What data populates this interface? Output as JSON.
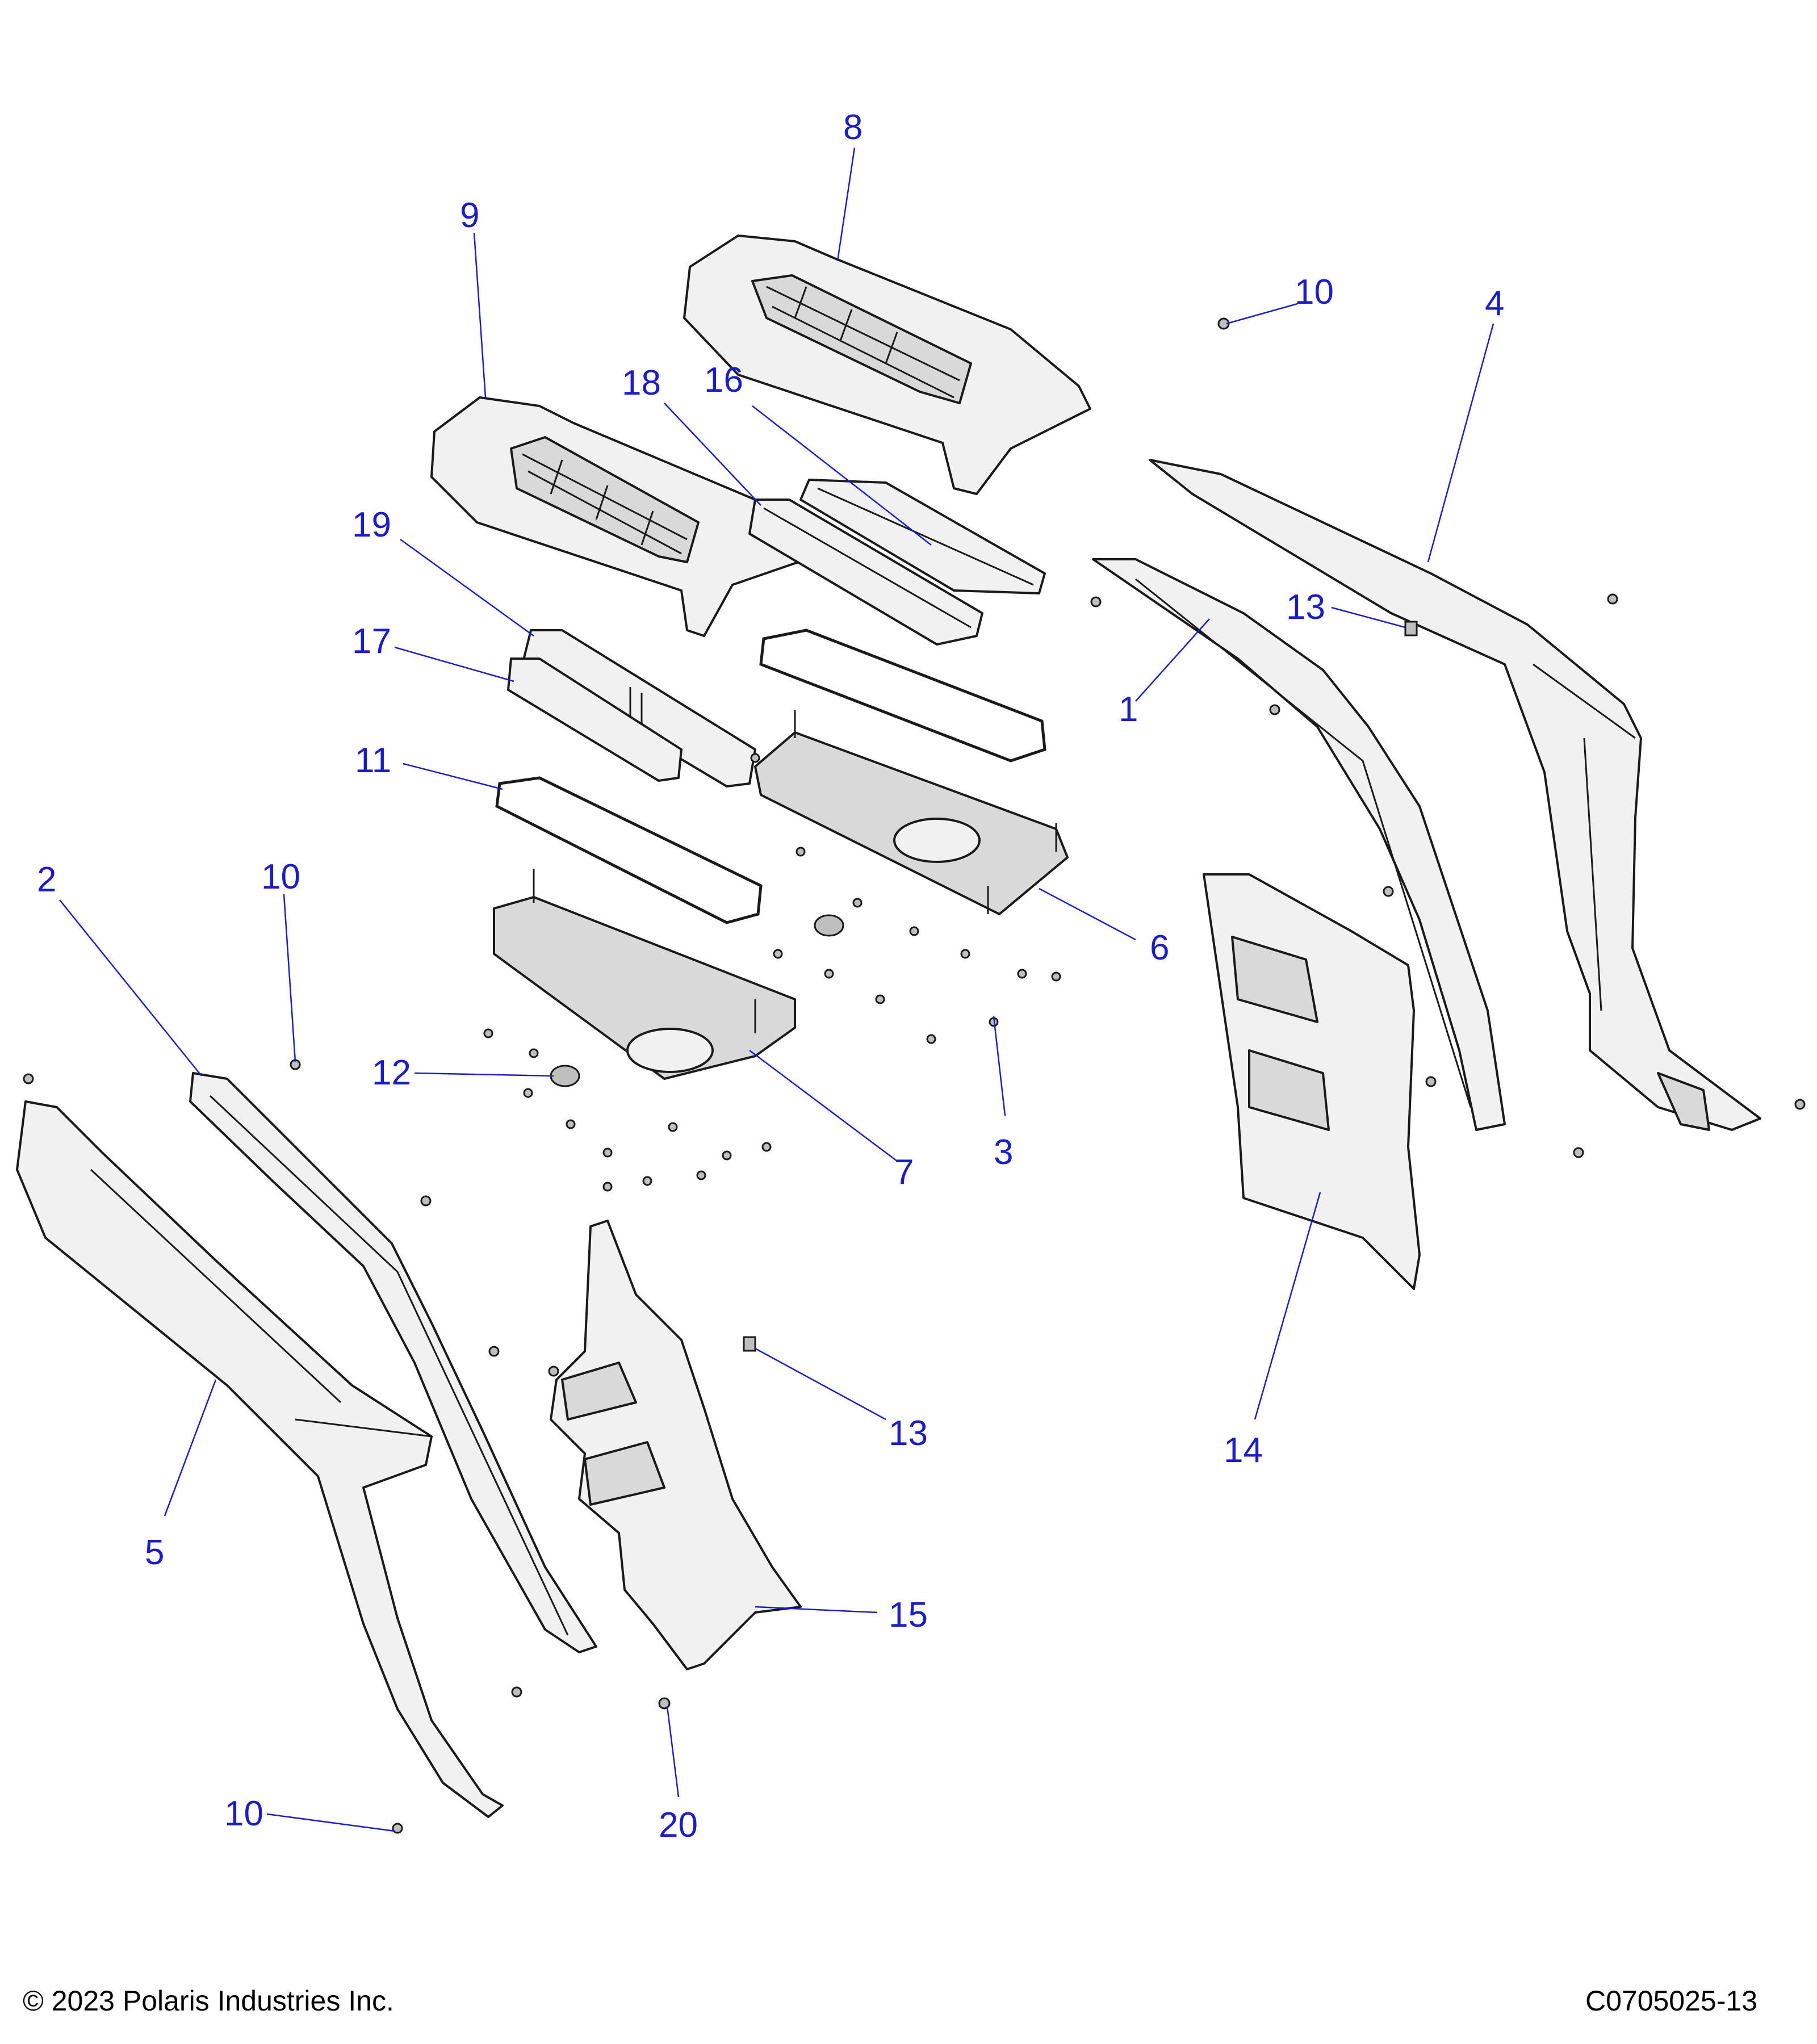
{
  "callouts": [
    {
      "label": "1"
    },
    {
      "label": "2"
    },
    {
      "label": "3"
    },
    {
      "label": "4"
    },
    {
      "label": "5"
    },
    {
      "label": "6"
    },
    {
      "label": "7"
    },
    {
      "label": "8"
    },
    {
      "label": "9"
    },
    {
      "label": "10"
    },
    {
      "label": "10"
    },
    {
      "label": "10"
    },
    {
      "label": "11"
    },
    {
      "label": "12"
    },
    {
      "label": "13"
    },
    {
      "label": "13"
    },
    {
      "label": "14"
    },
    {
      "label": "15"
    },
    {
      "label": "16"
    },
    {
      "label": "17"
    },
    {
      "label": "18"
    },
    {
      "label": "19"
    },
    {
      "label": "20"
    }
  ],
  "footer": {
    "copyright": "© 2023 Polaris Industries Inc.",
    "drawing_id": "C0705025-13"
  },
  "colors": {
    "callout": "#1c1cc8",
    "line": "#1a1a1a",
    "part_fill": "#f1f1f1"
  }
}
